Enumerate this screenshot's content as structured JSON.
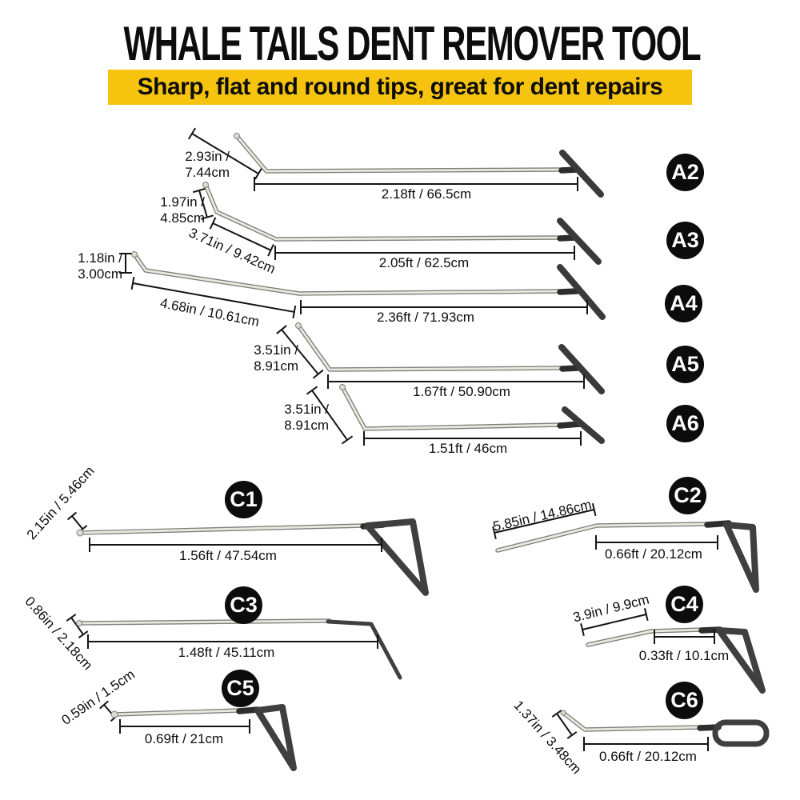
{
  "header": {
    "title": "WHALE TAILS DENT REMOVER TOOL",
    "subtitle": "Sharp, flat and round tips, great for dent repairs"
  },
  "colors": {
    "banner_bg": "#F6C40E",
    "badge_bg": "#0C0C0C",
    "badge_text": "#FFFFFF",
    "text": "#111111",
    "rod_light": "#EAE9E1",
    "rod_shadow": "#80807A",
    "handle_dark": "#3A3A3A"
  },
  "tools": {
    "a2": {
      "badge": "A2",
      "tip_line1": "2.93in /",
      "tip_line2": "7.44cm",
      "length_label": "2.18ft / 66.5cm"
    },
    "a3": {
      "badge": "A3",
      "tip_line1": "1.97in /",
      "tip_line2": "4.85cm",
      "seg_label": "3.71in / 9.42cm",
      "length_label": "2.05ft / 62.5cm"
    },
    "a4": {
      "badge": "A4",
      "tip_line1": "1.18in /",
      "tip_line2": "3.00cm",
      "seg_label": "4.68in / 10.61cm",
      "length_label": "2.36ft / 71.93cm"
    },
    "a5": {
      "badge": "A5",
      "tip_line1": "3.51in /",
      "tip_line2": "8.91cm",
      "length_label": "1.67ft / 50.90cm"
    },
    "a6": {
      "badge": "A6",
      "tip_line1": "3.51in /",
      "tip_line2": "8.91cm",
      "length_label": "1.51ft / 46cm"
    },
    "c1": {
      "badge": "C1",
      "tip_label": "2.15in / 5.46cm",
      "length_label": "1.56ft / 47.54cm"
    },
    "c2": {
      "badge": "C2",
      "tip_label": "5.85in / 14.86cm",
      "length_label": "0.66ft / 20.12cm"
    },
    "c3": {
      "badge": "C3",
      "tip_label": "0.86in / 2.18cm",
      "length_label": "1.48ft / 45.11cm"
    },
    "c4": {
      "badge": "C4",
      "tip_label": "3.9in / 9.9cm",
      "length_label": "0.33ft / 10.1cm"
    },
    "c5": {
      "badge": "C5",
      "tip_label": "0.59in / 1.5cm",
      "length_label": "0.69ft / 21cm"
    },
    "c6": {
      "badge": "C6",
      "tip_label": "1.37in / 3.48cm",
      "length_label": "0.66ft / 20.12cm"
    }
  }
}
